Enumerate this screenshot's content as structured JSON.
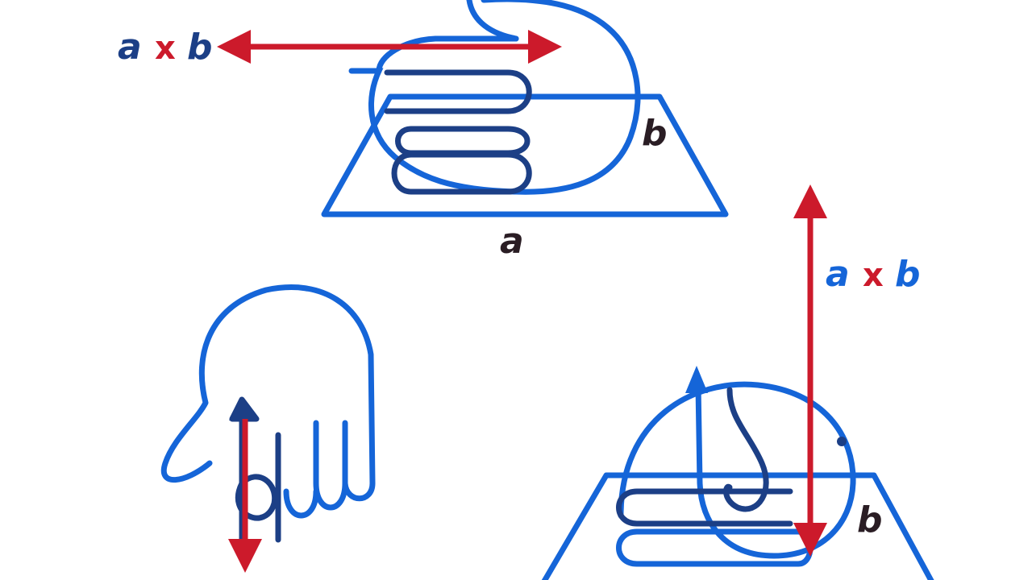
{
  "colors": {
    "blue": "#1565d8",
    "navy": "#1c3f86",
    "red": "#cc1a2b",
    "dark_label": "#2a1d24",
    "background": "#ffffff"
  },
  "top_figure": {
    "cross_label_a": "a",
    "cross_label_x": "x",
    "cross_label_b": "b",
    "vector_a": "a",
    "vector_b": "b"
  },
  "right_figure": {
    "cross_label_a": "a",
    "cross_label_x": "x",
    "cross_label_b": "b",
    "vector_b": "b"
  }
}
